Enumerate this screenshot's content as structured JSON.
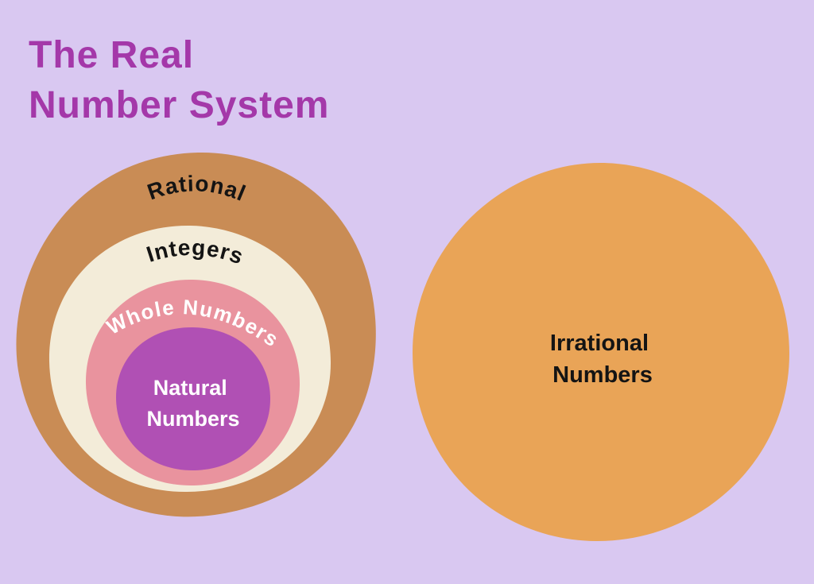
{
  "title": {
    "line1": "The Real",
    "line2": "Number System"
  },
  "sets": {
    "rational": "Rational",
    "integers": "Integers",
    "whole": "Whole Numbers",
    "natural": {
      "line1": "Natural",
      "line2": "Numbers"
    },
    "irrational": {
      "line1": "Irrational",
      "line2": "Numbers"
    }
  },
  "colors": {
    "background": "#d9c8f1",
    "title_text": "#a438a9",
    "rational_fill": "#c98c55",
    "integers_fill": "#f3ecd9",
    "whole_fill": "#e9939e",
    "natural_fill": "#b050b4",
    "irrational_fill": "#e9a457",
    "dark_text": "#141414",
    "light_text": "#ffffff"
  }
}
